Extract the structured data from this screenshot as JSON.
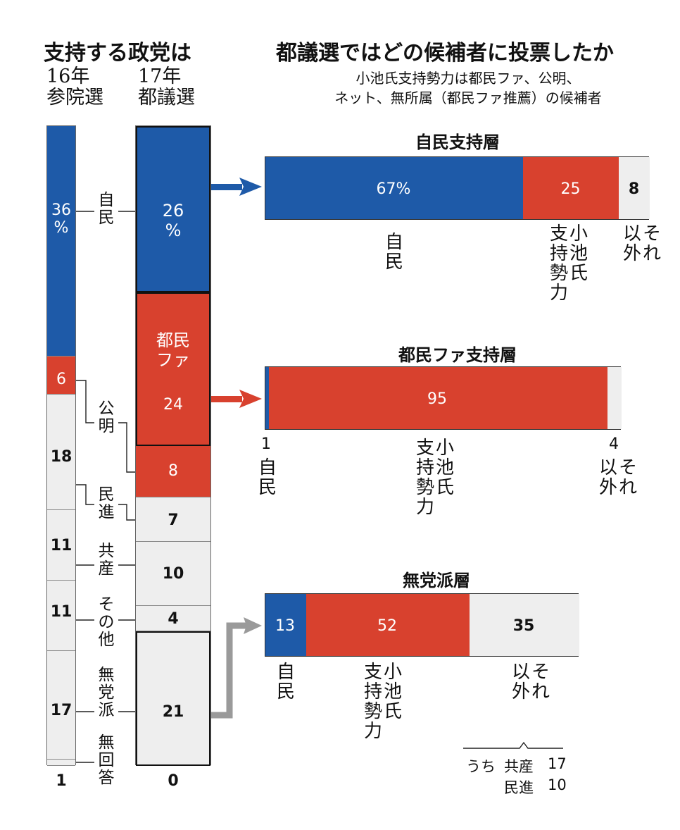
{
  "left": {
    "title": "支持する政党は",
    "col16": "16年\n参院選",
    "col17": "17年\n都議選",
    "parties": [
      {
        "name": "自民",
        "v16": "36\n%",
        "v17": "26\n%"
      },
      {
        "name": "公明",
        "v16": "6",
        "v17": "8"
      },
      {
        "name": "民進",
        "v16": "18",
        "v17": "7"
      },
      {
        "name": "共産",
        "v16": "11",
        "v17": "10"
      },
      {
        "name": "その他",
        "v16": "11",
        "v17": "4"
      },
      {
        "name": "無党派",
        "v16": "17",
        "v17": "21"
      },
      {
        "name": "無回答",
        "v16": "1",
        "v17": "0"
      }
    ],
    "tominfa_label": "都民\nファ",
    "tominfa_value": "24"
  },
  "right": {
    "title": "都議選ではどの候補者に投票したか",
    "note1": "小池氏支持勢力は都民ファ、公明、",
    "note2": "ネット、無所属（都民ファ推薦）の候補者",
    "cat_jimin": "自民",
    "cat_koike": "小池氏\n支持勢力",
    "cat_other": "それ以外",
    "groups": [
      {
        "title": "自民支持層",
        "jimin": "67%",
        "koike": "25",
        "other": "8"
      },
      {
        "title": "都民ファ支持層",
        "jimin": "1",
        "koike": "95",
        "other": "4"
      },
      {
        "title": "無党派層",
        "jimin": "13",
        "koike": "52",
        "other": "35"
      }
    ],
    "breakdown": {
      "prefix": "うち",
      "items": [
        {
          "name": "共産",
          "value": "17"
        },
        {
          "name": "民進",
          "value": "10"
        }
      ]
    }
  },
  "chart_data": [
    {
      "type": "bar",
      "title": "支持する政党は",
      "stacked": true,
      "categories": [
        "16年参院選",
        "17年都議選"
      ],
      "series": [
        {
          "name": "自民",
          "values": [
            36,
            26
          ]
        },
        {
          "name": "都民ファ",
          "values": [
            0,
            24
          ]
        },
        {
          "name": "公明",
          "values": [
            6,
            8
          ]
        },
        {
          "name": "民進",
          "values": [
            18,
            7
          ]
        },
        {
          "name": "共産",
          "values": [
            11,
            10
          ]
        },
        {
          "name": "その他",
          "values": [
            11,
            4
          ]
        },
        {
          "name": "無党派",
          "values": [
            17,
            21
          ]
        },
        {
          "name": "無回答",
          "values": [
            1,
            0
          ]
        }
      ],
      "unit": "%"
    },
    {
      "type": "bar",
      "title": "都議選ではどの候補者に投票したか",
      "stacked": true,
      "orientation": "horizontal",
      "categories": [
        "自民支持層",
        "都民ファ支持層",
        "無党派層"
      ],
      "series": [
        {
          "name": "自民",
          "values": [
            67,
            1,
            13
          ]
        },
        {
          "name": "小池氏支持勢力",
          "values": [
            25,
            95,
            52
          ]
        },
        {
          "name": "それ以外",
          "values": [
            8,
            4,
            35
          ]
        }
      ],
      "unit": "%"
    }
  ],
  "colors": {
    "blue": "#1e5aa8",
    "red": "#d8412e",
    "gray": "#eeeeee",
    "arrow_gray": "#9a9a9a"
  }
}
